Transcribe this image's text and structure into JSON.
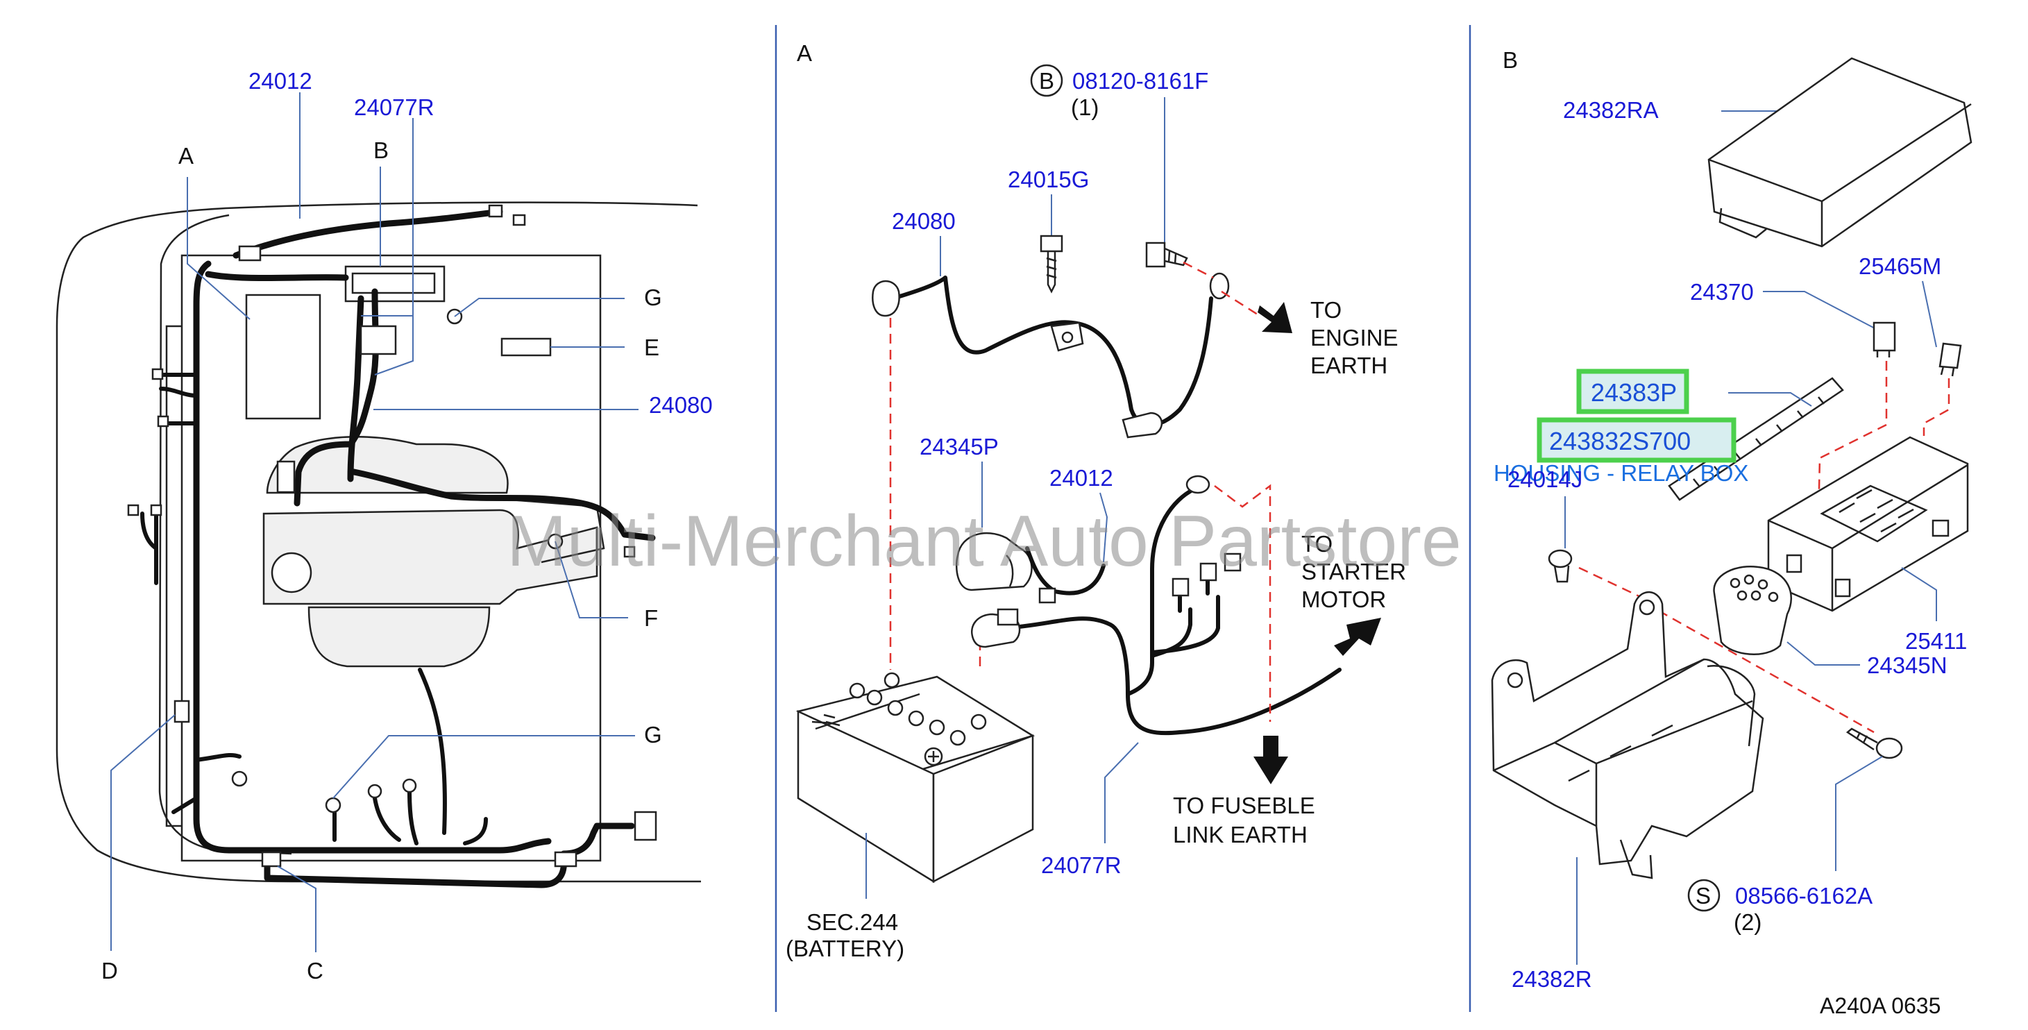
{
  "sections": {
    "a": "A",
    "b": "B"
  },
  "left_panel": {
    "parts": {
      "p24012": "24012",
      "p24077r": "24077R",
      "p24080": "24080"
    },
    "letters": {
      "a": "A",
      "b": "B",
      "c": "C",
      "d": "D",
      "e": "E",
      "f": "F",
      "g1": "G",
      "g2": "G"
    }
  },
  "middle_panel": {
    "bolt_b_circle": "B",
    "bolt_b_part": "08120-8161F",
    "bolt_b_qty": "(1)",
    "p24015g": "24015G",
    "p24080": "24080",
    "p24345p": "24345P",
    "p24012": "24012",
    "p24077r": "24077R",
    "engine_earth": [
      "TO",
      "ENGINE",
      "EARTH"
    ],
    "starter_motor": [
      "TO",
      "STARTER",
      "MOTOR"
    ],
    "fuse_link_earth": [
      "TO   FUSEBLE",
      "LINK   EARTH"
    ],
    "battery": [
      "SEC.244",
      "(BATTERY)"
    ]
  },
  "right_panel": {
    "p24382ra": "24382RA",
    "p24370": "24370",
    "p25465m": "25465M",
    "p24383p": "24383P",
    "p243832s700": "243832S700",
    "housing_desc": "HOUSING - RELAY BOX",
    "p24014j": "24014J",
    "p25411": "25411",
    "p24345n": "24345N",
    "screw_s_circle": "S",
    "screw_s_part": "08566-6162A",
    "screw_s_qty": "(2)",
    "p24382r": "24382R"
  },
  "watermark": "Multi-Merchant Auto Partstore",
  "diagram_ref": "A240A  0635",
  "colors": {
    "part_link": "#1a1ad6",
    "highlight_border": "#4cd04c",
    "highlight_fill": "#d8eef0",
    "dashed_guide": "#e0322e",
    "divider": "#3a5fb0"
  }
}
